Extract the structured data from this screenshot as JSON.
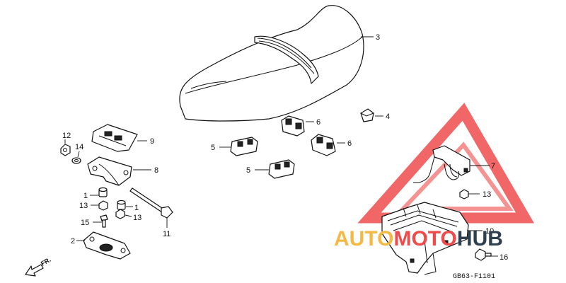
{
  "diagram": {
    "callouts": {
      "p1a": "1",
      "p1b": "1",
      "p2": "2",
      "p3": "3",
      "p4": "4",
      "p5a": "5",
      "p5b": "5",
      "p6a": "6",
      "p6b": "6",
      "p7": "7",
      "p8": "8",
      "p9": "9",
      "p10": "10",
      "p11": "11",
      "p12": "12",
      "p13a": "13",
      "p13b": "13",
      "p13c": "13",
      "p14": "14",
      "p15": "15",
      "p16": "16"
    },
    "direction_label": "FR.",
    "diagram_code": "GB63-F1101"
  },
  "watermark": {
    "part1": "AUTO",
    "part2": "MOTO",
    "part3": "HUB",
    "colors": {
      "auto": "#f4b942",
      "moto": "#ef4b4b",
      "hub": "#2e3f50",
      "triangle": "#ef4b4b"
    }
  }
}
